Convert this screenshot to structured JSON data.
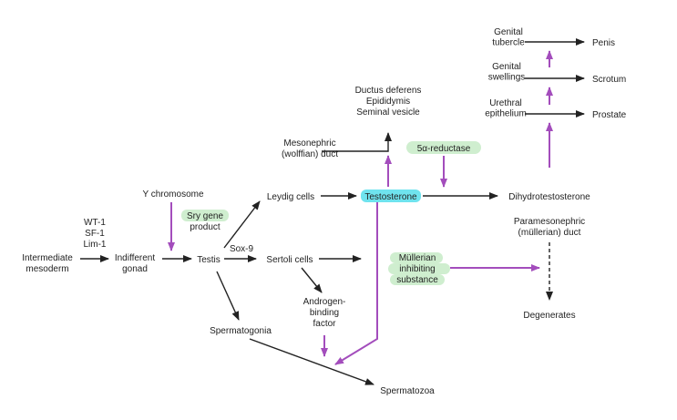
{
  "colors": {
    "black_arrow": "#222222",
    "purple_arrow": "#a34dbc",
    "highlight_green": "#cfeecf",
    "highlight_cyan": "#6fe3ee"
  },
  "nodes": {
    "genital_tubercle": [
      "Genital",
      "tubercle"
    ],
    "penis": "Penis",
    "genital_swellings": [
      "Genital",
      "swellings"
    ],
    "scrotum": "Scrotum",
    "urethral_epithelium": [
      "Urethral",
      "epithelium"
    ],
    "prostate": "Prostate",
    "ductus": [
      "Ductus deferens",
      "Epididymis",
      "Seminal vesicle"
    ],
    "mesonephric": [
      "Mesonephric",
      "(wolffian) duct"
    ],
    "five_alpha": "5α-reductase",
    "y_chromosome": "Y chromosome",
    "leydig": "Leydig cells",
    "testosterone": "Testosterone",
    "dihydrotestosterone": "Dihydrotestosterone",
    "wt1_group": [
      "WT-1",
      "SF-1",
      "Lim-1"
    ],
    "sry": [
      "Sry gene",
      "product"
    ],
    "paramesonephric": [
      "Paramesonephric",
      "(müllerian) duct"
    ],
    "intermediate": [
      "Intermediate",
      "mesoderm"
    ],
    "indifferent": [
      "Indifferent",
      "gonad"
    ],
    "testis": "Testis",
    "sox9": "Sox-9",
    "sertoli": "Sertoli cells",
    "mis": [
      "Müllerian",
      "inhibiting",
      "substance"
    ],
    "abf": [
      "Androgen-",
      "binding",
      "factor"
    ],
    "degenerates": "Degenerates",
    "spermatogonia": "Spermatogonia",
    "spermatozoa": "Spermatozoa"
  }
}
